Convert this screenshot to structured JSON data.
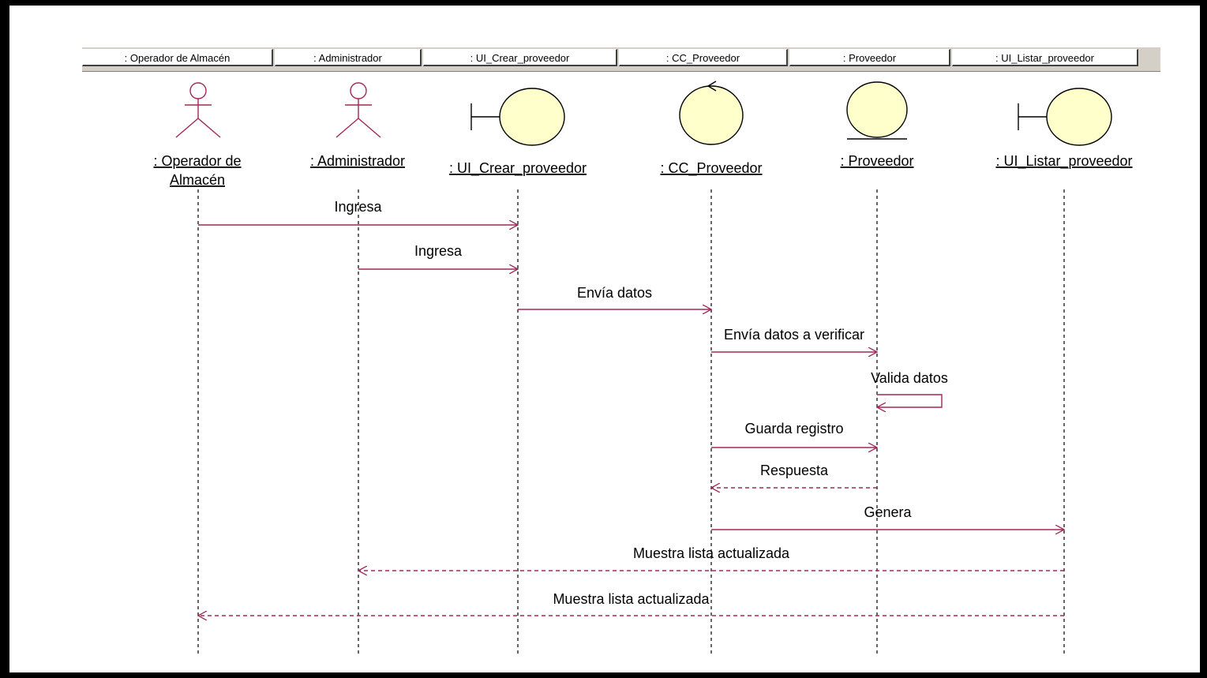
{
  "diagram": {
    "header_columns": [
      ": Operador de Almacén",
      ": Administrador",
      ": UI_Crear_proveedor",
      ": CC_Proveedor",
      ": Proveedor",
      ": UI_Listar_proveedor"
    ],
    "participants": [
      {
        "id": "operador",
        "type": "actor",
        "label_lines": [
          ": Operador de",
          "Almacén"
        ]
      },
      {
        "id": "admin",
        "type": "actor",
        "label_lines": [
          ": Administrador"
        ]
      },
      {
        "id": "ui_crear",
        "type": "boundary",
        "label_lines": [
          ": UI_Crear_proveedor"
        ]
      },
      {
        "id": "cc_proveedor",
        "type": "control",
        "label_lines": [
          ": CC_Proveedor"
        ]
      },
      {
        "id": "proveedor",
        "type": "entity",
        "label_lines": [
          ": Proveedor"
        ]
      },
      {
        "id": "ui_listar",
        "type": "boundary",
        "label_lines": [
          ": UI_Listar_proveedor"
        ]
      }
    ],
    "messages": [
      {
        "from": "operador",
        "to": "ui_crear",
        "label": "Ingresa",
        "kind": "sync"
      },
      {
        "from": "admin",
        "to": "ui_crear",
        "label": "Ingresa",
        "kind": "sync"
      },
      {
        "from": "ui_crear",
        "to": "cc_proveedor",
        "label": "Envía datos",
        "kind": "sync"
      },
      {
        "from": "cc_proveedor",
        "to": "proveedor",
        "label": "Envía datos a verificar",
        "kind": "sync"
      },
      {
        "from": "proveedor",
        "to": "proveedor",
        "label": "Valida datos",
        "kind": "self"
      },
      {
        "from": "cc_proveedor",
        "to": "proveedor",
        "label": "Guarda registro",
        "kind": "sync"
      },
      {
        "from": "proveedor",
        "to": "cc_proveedor",
        "label": "Respuesta",
        "kind": "return"
      },
      {
        "from": "cc_proveedor",
        "to": "ui_listar",
        "label": "Genera",
        "kind": "sync"
      },
      {
        "from": "ui_listar",
        "to": "admin",
        "label": "Muestra lista actualizada",
        "kind": "return"
      },
      {
        "from": "ui_listar",
        "to": "operador",
        "label": "Muestra lista actualizada",
        "kind": "return"
      }
    ],
    "colors": {
      "message_line": "#a0285a",
      "participant_outline": "#a0285a",
      "object_fill": "#ffffcc",
      "object_outline": "#000000",
      "lifeline": "#000000",
      "frame": "#000000",
      "header_bg": "#d4d0c8"
    }
  }
}
